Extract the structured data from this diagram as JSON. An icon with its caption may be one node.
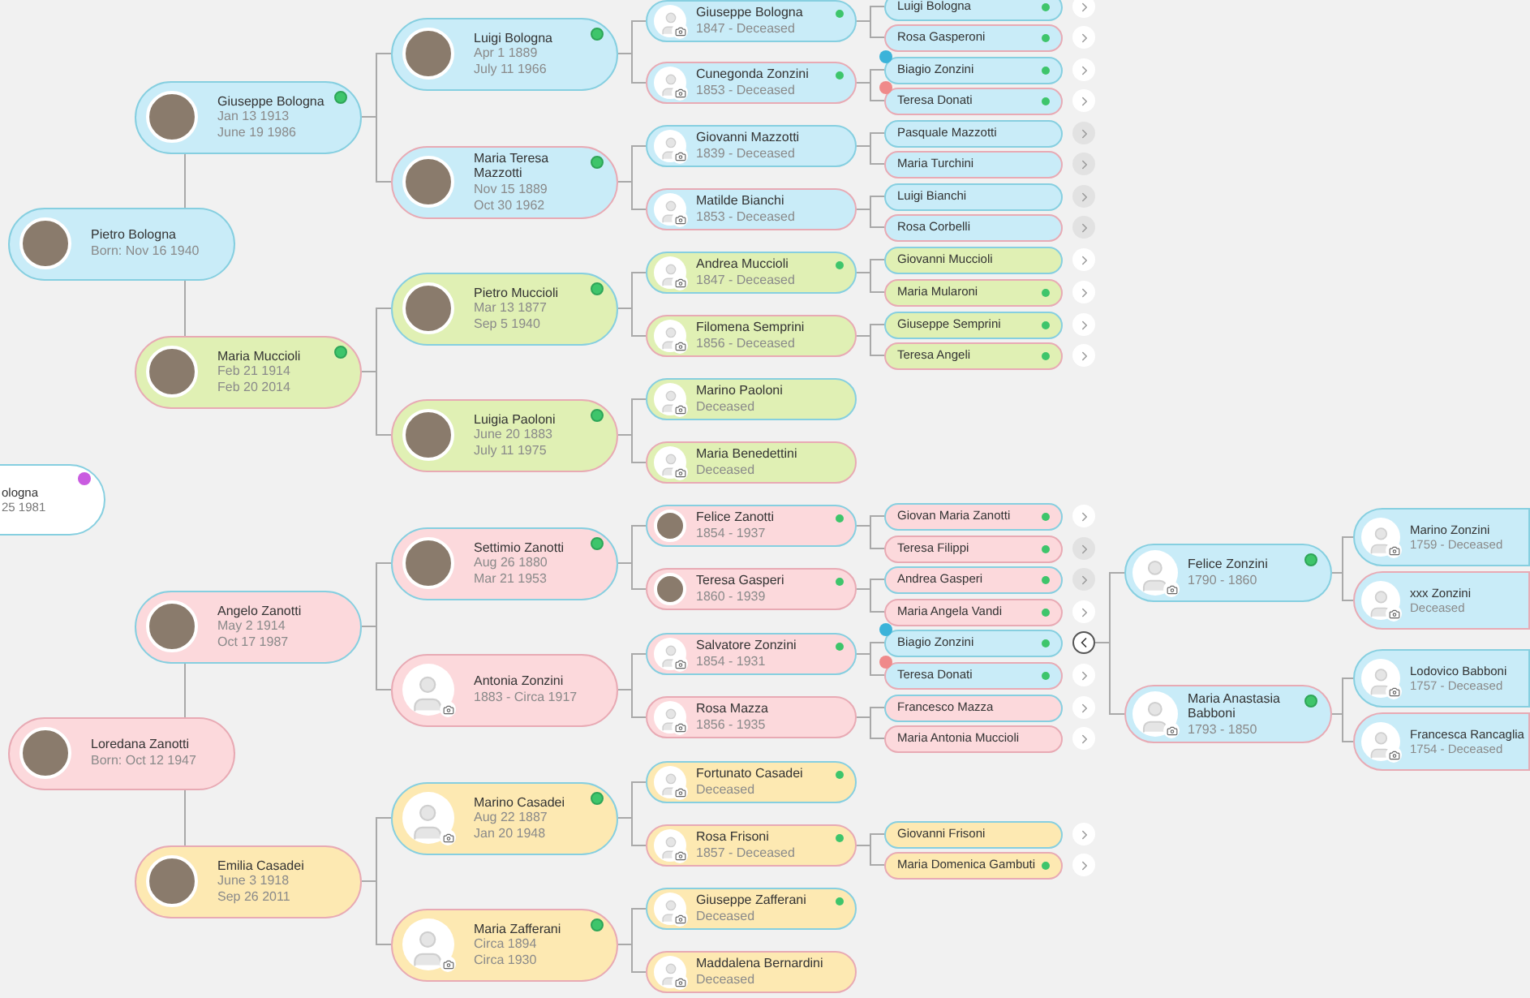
{
  "diagram": {
    "nodes": [
      {
        "text": [
          "ologna",
          "25 1981"
        ]
      },
      {
        "text": [
          "Pietro Bologna",
          "Born: Nov 16 1940"
        ]
      },
      {
        "text": [
          "Loredana Zanotti",
          "Born: Oct 12 1947"
        ]
      },
      {
        "text": [
          "Giuseppe Bologna",
          "Jan 13 1913",
          "June 19 1986"
        ]
      },
      {
        "text": [
          "Maria Muccioli",
          "Feb 21 1914",
          "Feb 20 2014"
        ]
      },
      {
        "text": [
          "Angelo Zanotti",
          "May 2 1914",
          "Oct 17 1987"
        ]
      },
      {
        "text": [
          "Emilia Casadei",
          "June 3 1918",
          "Sep 26 2011"
        ]
      },
      {
        "text": [
          "Luigi Bologna",
          "Apr 1 1889",
          "July 11 1966"
        ]
      },
      {
        "text": [
          "Maria Teresa Mazzotti",
          "Nov 15 1889",
          "Oct 30 1962"
        ]
      },
      {
        "text": [
          "Pietro Muccioli",
          "Mar 13 1877",
          "Sep 5 1940"
        ]
      },
      {
        "text": [
          "Luigia Paoloni",
          "June 20 1883",
          "July 11 1975"
        ]
      },
      {
        "text": [
          "Settimio Zanotti",
          "Aug 26 1880",
          "Mar 21 1953"
        ]
      },
      {
        "text": [
          "Antonia Zonzini",
          "1883 - Circa 1917"
        ]
      },
      {
        "text": [
          "Marino Casadei",
          "Aug 22 1887",
          "Jan 20 1948"
        ]
      },
      {
        "text": [
          "Maria Zafferani",
          "Circa 1894",
          "Circa 1930"
        ]
      },
      {
        "text": [
          "Giuseppe Bologna",
          "1847 - Deceased"
        ]
      },
      {
        "text": [
          "Cunegonda Zonzini",
          "1853 - Deceased"
        ]
      },
      {
        "text": [
          "Giovanni Mazzotti",
          "1839 - Deceased"
        ]
      },
      {
        "text": [
          "Matilde Bianchi",
          "1853 - Deceased"
        ]
      },
      {
        "text": [
          "Andrea Muccioli",
          "1847 - Deceased"
        ]
      },
      {
        "text": [
          "Filomena Semprini",
          "1856 - Deceased"
        ]
      },
      {
        "text": [
          "Marino Paoloni",
          "Deceased"
        ]
      },
      {
        "text": [
          "Maria Benedettini",
          "Deceased"
        ]
      },
      {
        "text": [
          "Felice Zanotti",
          "1854 - 1937"
        ]
      },
      {
        "text": [
          "Teresa Gasperi",
          "1860 - 1939"
        ]
      },
      {
        "text": [
          "Salvatore Zonzini",
          "1854 - 1931"
        ]
      },
      {
        "text": [
          "Rosa Mazza",
          "1856 - 1935"
        ]
      },
      {
        "text": [
          "Fortunato Casadei",
          "Deceased"
        ]
      },
      {
        "text": [
          "Rosa Frisoni",
          "1857 - Deceased"
        ]
      },
      {
        "text": [
          "Giuseppe Zafferani",
          "Deceased"
        ]
      },
      {
        "text": [
          "Maddalena Bernardini",
          "Deceased"
        ]
      },
      {
        "text": [
          "Luigi Bologna"
        ]
      },
      {
        "text": [
          "Rosa Gasperoni"
        ]
      },
      {
        "text": [
          "Biagio Zonzini"
        ]
      },
      {
        "text": [
          "Teresa Donati"
        ]
      },
      {
        "text": [
          "Pasquale Mazzotti"
        ]
      },
      {
        "text": [
          "Maria Turchini"
        ]
      },
      {
        "text": [
          "Luigi Bianchi"
        ]
      },
      {
        "text": [
          "Rosa Corbelli"
        ]
      },
      {
        "text": [
          "Giovanni Muccioli"
        ]
      },
      {
        "text": [
          "Maria Mularoni"
        ]
      },
      {
        "text": [
          "Giuseppe Semprini"
        ]
      },
      {
        "text": [
          "Teresa Angeli"
        ]
      },
      {
        "text": [
          "Giovan Maria Zanotti"
        ]
      },
      {
        "text": [
          "Teresa Filippi"
        ]
      },
      {
        "text": [
          "Andrea Gasperi"
        ]
      },
      {
        "text": [
          "Maria Angela Vandi"
        ]
      },
      {
        "text": [
          "Biagio Zonzini"
        ]
      },
      {
        "text": [
          "Teresa Donati"
        ]
      },
      {
        "text": [
          "Francesco Mazza"
        ]
      },
      {
        "text": [
          "Maria Antonia Muccioli"
        ]
      },
      {
        "text": [
          "Giovanni Frisoni"
        ]
      },
      {
        "text": [
          "Maria Domenica Gambuti"
        ]
      },
      {
        "text": [],
        "shape": "circle"
      },
      {
        "text": [
          "Felice Zonzini",
          "1790 - 1860"
        ]
      },
      {
        "text": [
          "Maria Anastasia Babboni",
          "1793 - 1850"
        ]
      },
      {
        "text": [
          "Marino Zonzini",
          "1759 - Deceased"
        ]
      },
      {
        "text": [
          "xxx Zonzini",
          "Deceased"
        ]
      },
      {
        "text": [
          "Lodovico Babboni",
          "1757 - Deceased"
        ]
      },
      {
        "text": [
          "Francesca Rancaglia",
          "1754 - Deceased"
        ]
      }
    ],
    "edges": [
      {
        "from": 1,
        "to": 3,
        "arrow": "none"
      },
      {
        "from": 1,
        "to": 4,
        "arrow": "none"
      },
      {
        "from": 2,
        "to": 5,
        "arrow": "none"
      },
      {
        "from": 2,
        "to": 6,
        "arrow": "none"
      },
      {
        "from": 3,
        "to": 7,
        "arrow": "none"
      },
      {
        "from": 3,
        "to": 8,
        "arrow": "none"
      },
      {
        "from": 4,
        "to": 9,
        "arrow": "none"
      },
      {
        "from": 4,
        "to": 10,
        "arrow": "none"
      },
      {
        "from": 5,
        "to": 11,
        "arrow": "none"
      },
      {
        "from": 5,
        "to": 12,
        "arrow": "none"
      },
      {
        "from": 6,
        "to": 13,
        "arrow": "none"
      },
      {
        "from": 6,
        "to": 14,
        "arrow": "none"
      },
      {
        "from": 7,
        "to": 15,
        "arrow": "none"
      },
      {
        "from": 7,
        "to": 16,
        "arrow": "none"
      },
      {
        "from": 8,
        "to": 17,
        "arrow": "none"
      },
      {
        "from": 8,
        "to": 18,
        "arrow": "none"
      },
      {
        "from": 9,
        "to": 19,
        "arrow": "none"
      },
      {
        "from": 9,
        "to": 20,
        "arrow": "none"
      },
      {
        "from": 10,
        "to": 21,
        "arrow": "none"
      },
      {
        "from": 10,
        "to": 22,
        "arrow": "none"
      },
      {
        "from": 11,
        "to": 23,
        "arrow": "none"
      },
      {
        "from": 11,
        "to": 24,
        "arrow": "none"
      },
      {
        "from": 12,
        "to": 25,
        "arrow": "none"
      },
      {
        "from": 12,
        "to": 26,
        "arrow": "none"
      },
      {
        "from": 13,
        "to": 27,
        "arrow": "none"
      },
      {
        "from": 13,
        "to": 28,
        "arrow": "none"
      },
      {
        "from": 14,
        "to": 29,
        "arrow": "none"
      },
      {
        "from": 14,
        "to": 30,
        "arrow": "none"
      },
      {
        "from": 15,
        "to": 31,
        "arrow": "none"
      },
      {
        "from": 15,
        "to": 32,
        "arrow": "none"
      },
      {
        "from": 16,
        "to": 33,
        "arrow": "none"
      },
      {
        "from": 16,
        "to": 34,
        "arrow": "none"
      },
      {
        "from": 17,
        "to": 35,
        "arrow": "none"
      },
      {
        "from": 17,
        "to": 36,
        "arrow": "none"
      },
      {
        "from": 18,
        "to": 37,
        "arrow": "none"
      },
      {
        "from": 18,
        "to": 38,
        "arrow": "none"
      },
      {
        "from": 19,
        "to": 39,
        "arrow": "none"
      },
      {
        "from": 19,
        "to": 40,
        "arrow": "none"
      },
      {
        "from": 20,
        "to": 41,
        "arrow": "none"
      },
      {
        "from": 20,
        "to": 42,
        "arrow": "none"
      },
      {
        "from": 23,
        "to": 43,
        "arrow": "none"
      },
      {
        "from": 23,
        "to": 44,
        "arrow": "none"
      },
      {
        "from": 24,
        "to": 45,
        "arrow": "none"
      },
      {
        "from": 24,
        "to": 46,
        "arrow": "none"
      },
      {
        "from": 25,
        "to": 47,
        "arrow": "none"
      },
      {
        "from": 25,
        "to": 48,
        "arrow": "none"
      },
      {
        "from": 26,
        "to": 49,
        "arrow": "none"
      },
      {
        "from": 26,
        "to": 50,
        "arrow": "none"
      },
      {
        "from": 28,
        "to": 51,
        "arrow": "none"
      },
      {
        "from": 28,
        "to": 52,
        "arrow": "none"
      },
      {
        "from": 53,
        "to": 54,
        "arrow": "none"
      },
      {
        "from": 53,
        "to": 55,
        "arrow": "none"
      },
      {
        "from": 54,
        "to": 56,
        "arrow": "none"
      },
      {
        "from": 54,
        "to": 57,
        "arrow": "none"
      },
      {
        "from": 55,
        "to": 58,
        "arrow": "none"
      },
      {
        "from": 55,
        "to": 59,
        "arrow": "none"
      }
    ]
  }
}
